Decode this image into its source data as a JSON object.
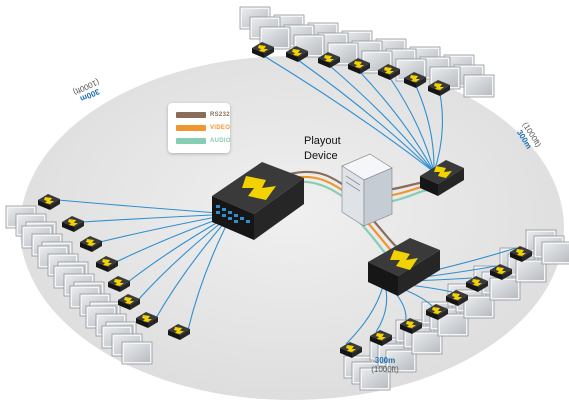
{
  "legend": {
    "items": [
      {
        "label": "RS232",
        "color": "#8a6c5a"
      },
      {
        "label": "VIDEO",
        "color": "#f0962e"
      },
      {
        "label": "AUDIO",
        "color": "#86cdb6"
      }
    ]
  },
  "device": {
    "label_line1": "Playout",
    "label_line2": "Device"
  },
  "distances": {
    "bottom": {
      "metric": "300m",
      "imperial": "(1000ft)"
    },
    "left": {
      "metric": "300m",
      "imperial": "(1000ft)"
    },
    "right": {
      "metric": "300m",
      "imperial": "(1000ft)"
    }
  },
  "colors": {
    "cat_cable": "#2f8fd0",
    "unit_body": "#1c1c1c",
    "unit_accent": "#f2d200",
    "zone_fill": "#e4e4e4",
    "screen": "#c9ccd0"
  }
}
